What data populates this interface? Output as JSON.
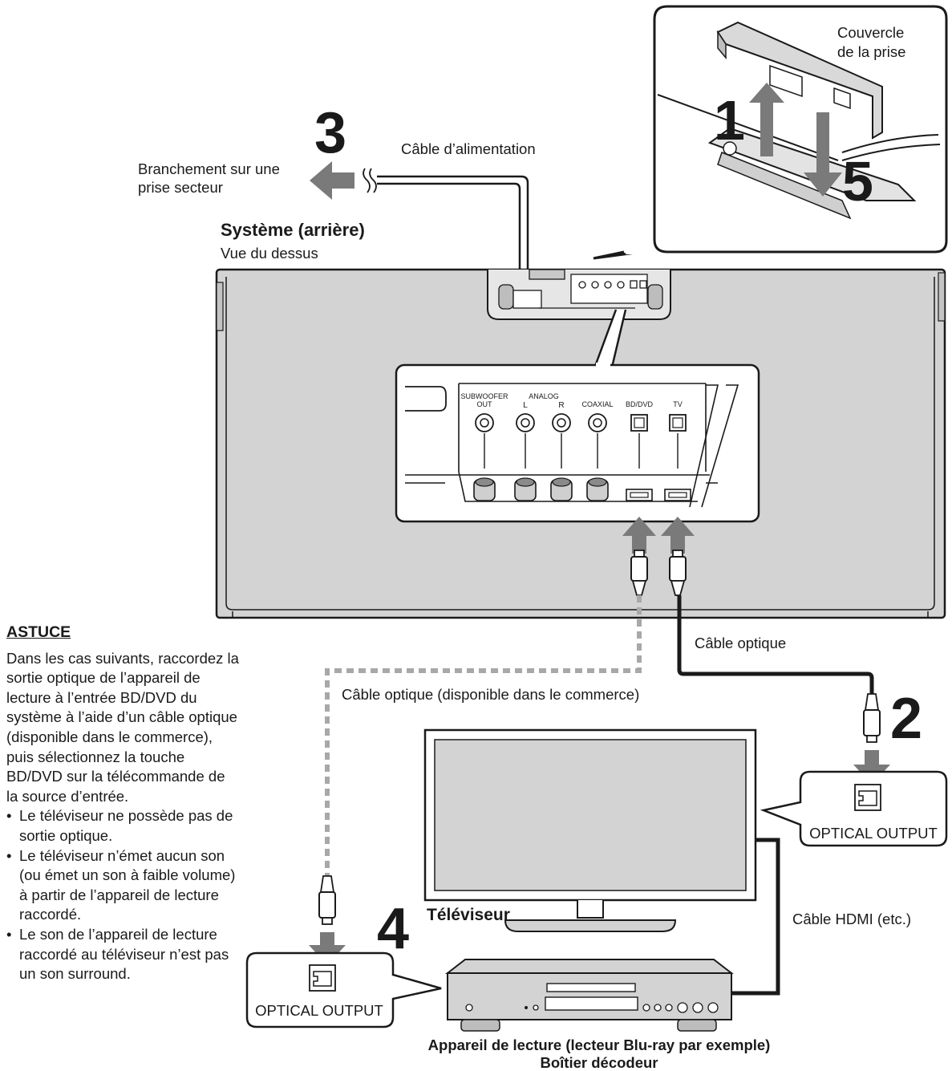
{
  "step_numbers": {
    "one": "1",
    "two": "2",
    "three": "3",
    "four": "4",
    "five": "5"
  },
  "labels": {
    "cover": [
      "Couvercle",
      "de la prise"
    ],
    "power_cable": "Câble d’alimentation",
    "outlet": [
      "Branchement sur une",
      "prise secteur"
    ],
    "system_rear": "Système (arrière)",
    "top_view": "Vue du dessus",
    "optical_cable": "Câble optique",
    "optical_cable_commercial": "Câble optique (disponible dans le commerce)",
    "optical_output_tv": "OPTICAL OUTPUT",
    "optical_output_player": "OPTICAL OUTPUT",
    "hdmi_cable": "Câble HDMI (etc.)",
    "tv": "Téléviseur",
    "player": [
      "Appareil de lecture (lecteur Blu-ray par exemple)",
      "Boîtier décodeur"
    ]
  },
  "panel": {
    "subwoofer": [
      "SUBWOOFER",
      "OUT"
    ],
    "analog": "ANALOG",
    "left": "L",
    "right": "R",
    "coaxial": "COAXIAL",
    "bddvd": "BD/DVD",
    "tv": "TV"
  },
  "tip": {
    "heading": "ASTUCE",
    "intro": "Dans les cas suivants, raccordez la sortie optique de l’appareil de lecture à l’entrée BD/DVD du système à l’aide d’un câble optique (disponible dans le commerce), puis sélectionnez la touche BD/DVD sur la télécommande de la source d’entrée.",
    "bullets": [
      "Le téléviseur ne possède pas de sortie optique.",
      "Le téléviseur n’émet aucun son (ou émet un son à faible volume) à partir de l’appareil de lecture raccordé.",
      "Le son de l’appareil de lecture raccordé au téléviseur n’est pas un son surround."
    ]
  },
  "colors": {
    "device_gray": "#d3d3d3",
    "arrow_gray": "#7a7a7a",
    "line": "#1a1a1a",
    "dashed": "#a8a8a8"
  }
}
